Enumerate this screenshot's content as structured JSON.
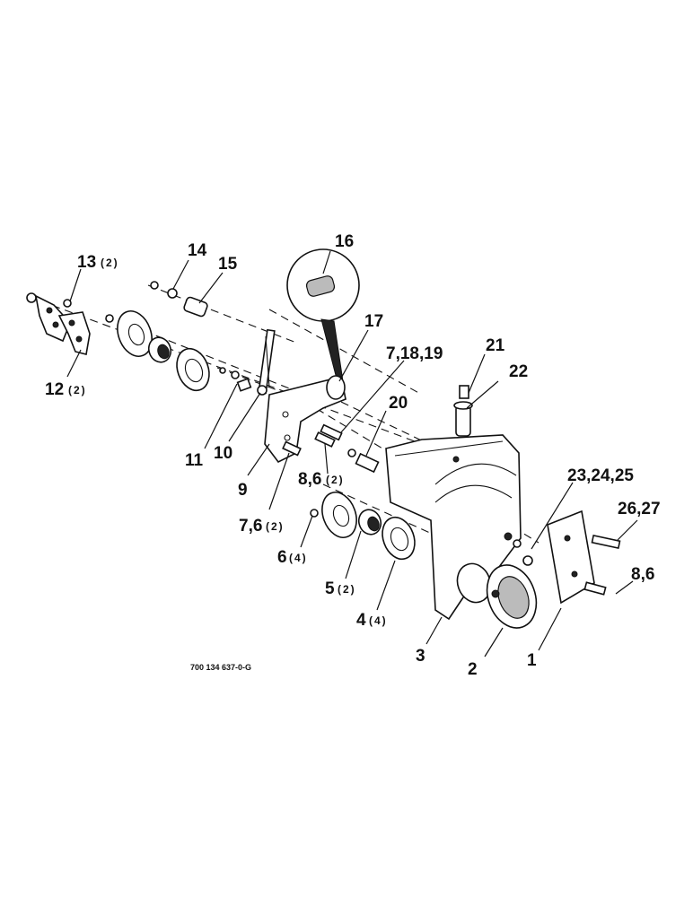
{
  "callouts": [
    {
      "id": "c16",
      "num": "16",
      "qty": ""
    },
    {
      "id": "c14",
      "num": "14",
      "qty": ""
    },
    {
      "id": "c15",
      "num": "15",
      "qty": ""
    },
    {
      "id": "c13",
      "num": "13",
      "qty": "(2)"
    },
    {
      "id": "c12",
      "num": "12",
      "qty": "(2)"
    },
    {
      "id": "c17",
      "num": "17",
      "qty": ""
    },
    {
      "id": "c7_18_19",
      "num": "7,18,19",
      "qty": ""
    },
    {
      "id": "c21",
      "num": "21",
      "qty": ""
    },
    {
      "id": "c22",
      "num": "22",
      "qty": ""
    },
    {
      "id": "c20",
      "num": "20",
      "qty": ""
    },
    {
      "id": "c11",
      "num": "11",
      "qty": ""
    },
    {
      "id": "c10",
      "num": "10",
      "qty": ""
    },
    {
      "id": "c9",
      "num": "9",
      "qty": ""
    },
    {
      "id": "c8_6",
      "num": "8,6",
      "qty": "(2)"
    },
    {
      "id": "c7_6",
      "num": "7,6",
      "qty": "(2)"
    },
    {
      "id": "c23_24_25",
      "num": "23,24,25",
      "qty": ""
    },
    {
      "id": "c26_27",
      "num": "26,27",
      "qty": ""
    },
    {
      "id": "c6",
      "num": "6",
      "qty": "(4)"
    },
    {
      "id": "c5",
      "num": "5",
      "qty": "(2)"
    },
    {
      "id": "c4",
      "num": "4",
      "qty": "(4)"
    },
    {
      "id": "c8_6b",
      "num": "8,6",
      "qty": ""
    },
    {
      "id": "c3",
      "num": "3",
      "qty": ""
    },
    {
      "id": "c2",
      "num": "2",
      "qty": ""
    },
    {
      "id": "c1",
      "num": "1",
      "qty": ""
    }
  ],
  "drawing_code": "700 134 637-0-G"
}
